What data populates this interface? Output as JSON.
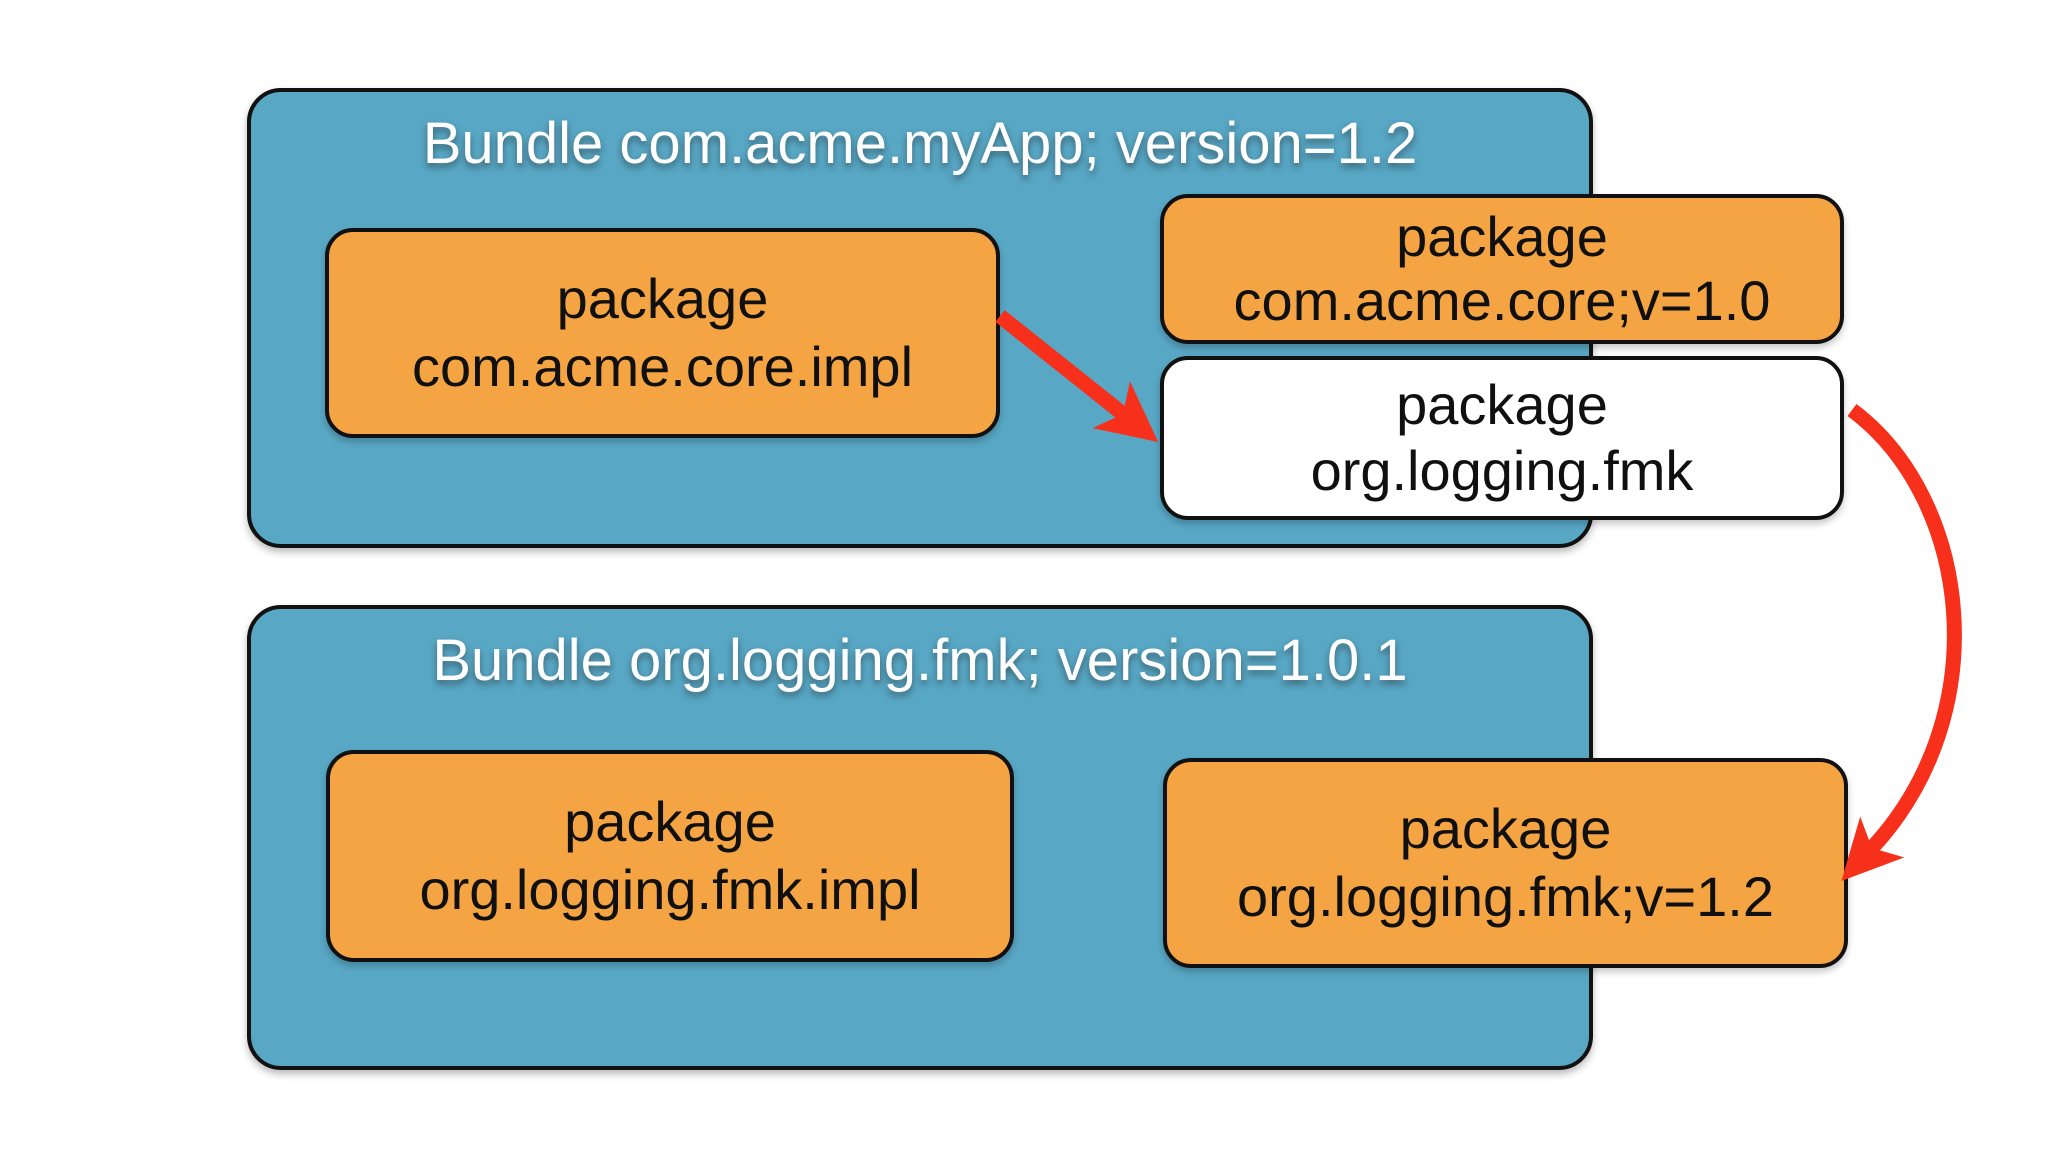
{
  "colors": {
    "page-bg": "#ffffff",
    "bundle-fill": "#58a7c5",
    "package-fill": "#f4a442",
    "import-fill": "#ffffff",
    "border": "#111111",
    "arrow": "#f6301a",
    "title-text": "#ffffff",
    "package-text": "#101010"
  },
  "bundle_myapp": {
    "title": "Bundle com.acme.myApp; version=1.2",
    "package_impl": {
      "line1": "package",
      "line2": "com.acme.core.impl"
    },
    "package_export": {
      "line1": "package",
      "line2": "com.acme.core;v=1.0"
    },
    "package_import": {
      "line1": "package",
      "line2": "org.logging.fmk"
    }
  },
  "bundle_logging": {
    "title": "Bundle org.logging.fmk; version=1.0.1",
    "package_impl": {
      "line1": "package",
      "line2": "org.logging.fmk.impl"
    },
    "package_export": {
      "line1": "package",
      "line2": "org.logging.fmk;v=1.2"
    }
  }
}
